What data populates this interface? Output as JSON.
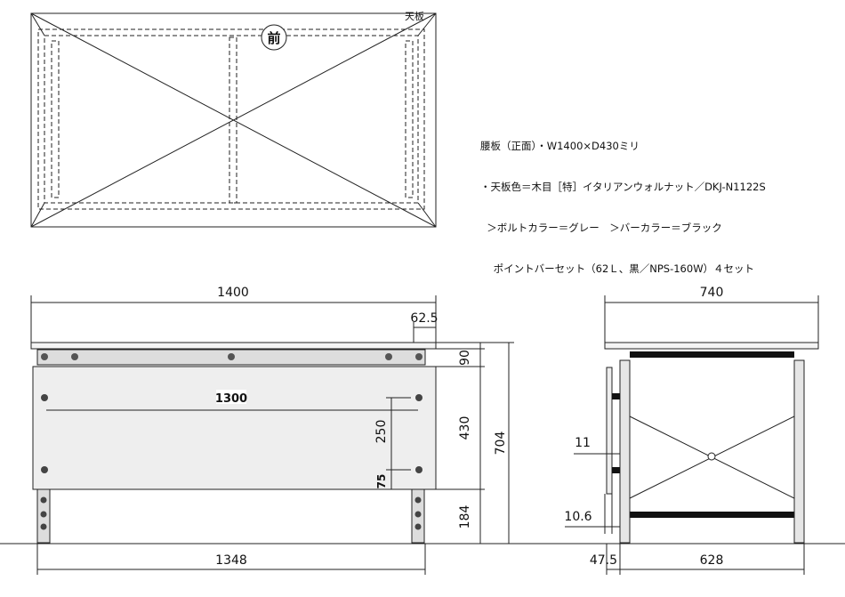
{
  "top_view": {
    "front_mark": "前",
    "top_label": "天板"
  },
  "notes": [
    "腰板（正面）・W1400×D430ミリ",
    "・天板色＝木目［特］イタリアンウォルナット／DKJ-N1122S",
    "  ＞ボルトカラー＝グレー　＞バーカラー＝ブラック",
    "    ポイントバーセット（62Ｌ、黒／NPS-160W）４セット"
  ],
  "front_view": {
    "width": "1400",
    "overhang": "62.5",
    "hole_span": "1300",
    "hole_pitch": "250",
    "hole_offset": "75",
    "rail_height": "90",
    "panel_height": "430",
    "leg_clearance": "184",
    "total_height": "704",
    "leg_span": "1348"
  },
  "side_view": {
    "depth": "740",
    "gap1": "11",
    "gap2": "10.6",
    "offset": "47.5",
    "leg_span": "628"
  },
  "colors": {
    "line": "#222222",
    "panel": "#eeeeee",
    "bar": "#111111"
  }
}
